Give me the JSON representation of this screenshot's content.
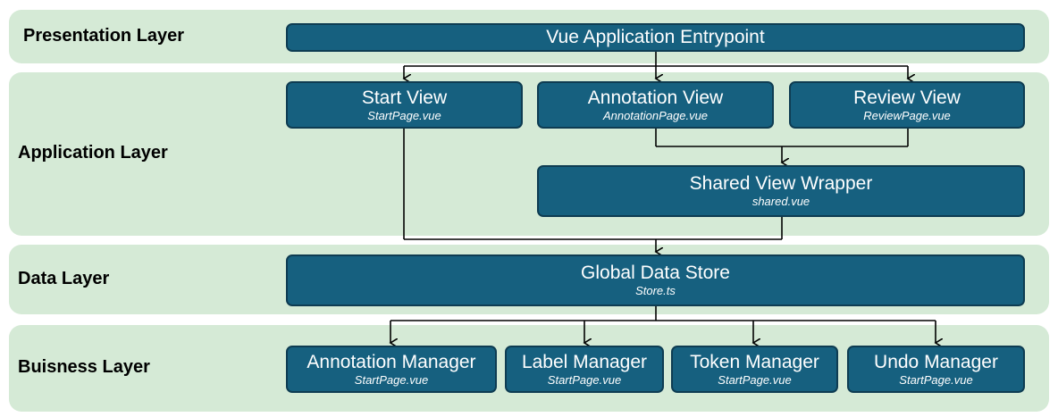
{
  "layers": {
    "presentation": "Presentation Layer",
    "application": "Application Layer",
    "data": "Data Layer",
    "business": "Buisness Layer"
  },
  "boxes": {
    "entry": {
      "title": "Vue Application Entrypoint"
    },
    "start_view": {
      "title": "Start View",
      "file": "StartPage.vue"
    },
    "annotation_view": {
      "title": "Annotation View",
      "file": "AnnotationPage.vue"
    },
    "review_view": {
      "title": "Review View",
      "file": "ReviewPage.vue"
    },
    "shared_wrapper": {
      "title": "Shared View Wrapper",
      "file": "shared.vue"
    },
    "global_store": {
      "title": "Global Data Store",
      "file": "Store.ts"
    },
    "annotation_manager": {
      "title": "Annotation Manager",
      "file": "StartPage.vue"
    },
    "label_manager": {
      "title": "Label Manager",
      "file": "StartPage.vue"
    },
    "token_manager": {
      "title": "Token Manager",
      "file": "StartPage.vue"
    },
    "undo_manager": {
      "title": "Undo Manager",
      "file": "StartPage.vue"
    }
  },
  "colors": {
    "layer_background": "#d5ead6",
    "box_fill": "#16607f",
    "box_border": "#0e3c52",
    "connector": "#000000"
  }
}
